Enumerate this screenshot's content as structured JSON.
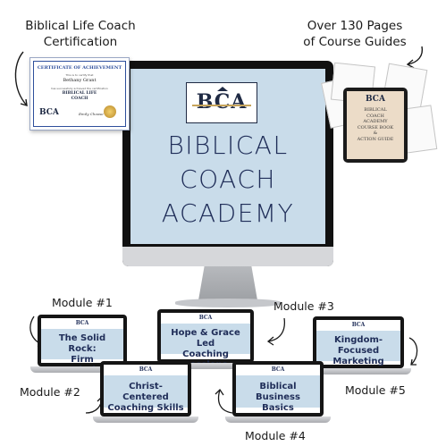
{
  "callouts": {
    "certification": "Biblical Life Coach\nCertification",
    "pages": "Over 130 Pages\nof Course Guides"
  },
  "monitor": {
    "logo": "BCA",
    "title": "BIBLICAL\nCOACH\nACADEMY"
  },
  "certificate": {
    "heading": "CERTIFICATE OF ACHIEVEMENT",
    "line1": "This is to certify that",
    "name": "Bethany Grant",
    "line2": "has successfully achieved the certification",
    "course": "BIBLICAL LIFE\nCOACH",
    "logo": "BCA",
    "signature": "Emily Choose"
  },
  "tablet": {
    "logo": "BCA",
    "text": "BIBLICAL\nCOACH\nACADEMY\nCOURSE BOOK\n&\nACTION GUIDE"
  },
  "modules": [
    {
      "label": "Module #1",
      "title": "The Solid Rock:\nFirm Foundations"
    },
    {
      "label": "Module #2",
      "title": "Christ-Centered\nCoaching Skills"
    },
    {
      "label": "Module #3",
      "title": "Hope & Grace Led\nCoaching Sessions"
    },
    {
      "label": "Module #4",
      "title": "Biblical Business\nBasics"
    },
    {
      "label": "Module #5",
      "title": "Kingdom-Focused\nMarketing"
    }
  ],
  "laptop_logo": "BCA",
  "colors": {
    "navy": "#1f2d58",
    "screen_blue": "#c9dcea",
    "gold": "#c6a45a"
  }
}
